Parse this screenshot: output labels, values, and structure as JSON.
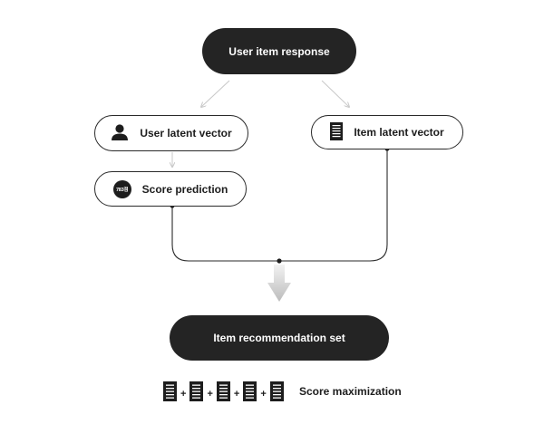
{
  "nodes": {
    "user_item_response": "User item response",
    "user_latent_vector": "User latent vector",
    "item_latent_vector": "Item latent vector",
    "score_prediction": "Score prediction",
    "score_badge": "783점",
    "item_recommendation_set": "Item recommendation set"
  },
  "footer": {
    "plus": "+",
    "score_maximization": "Score maximization"
  },
  "icons": {
    "user": "person-icon",
    "item": "document-icon",
    "score": "score-badge",
    "merge": "down-arrow-icon"
  },
  "colors": {
    "dark_node": "#242424",
    "line": "#2a2a2a",
    "light_arrow": "#c8c8c8"
  }
}
